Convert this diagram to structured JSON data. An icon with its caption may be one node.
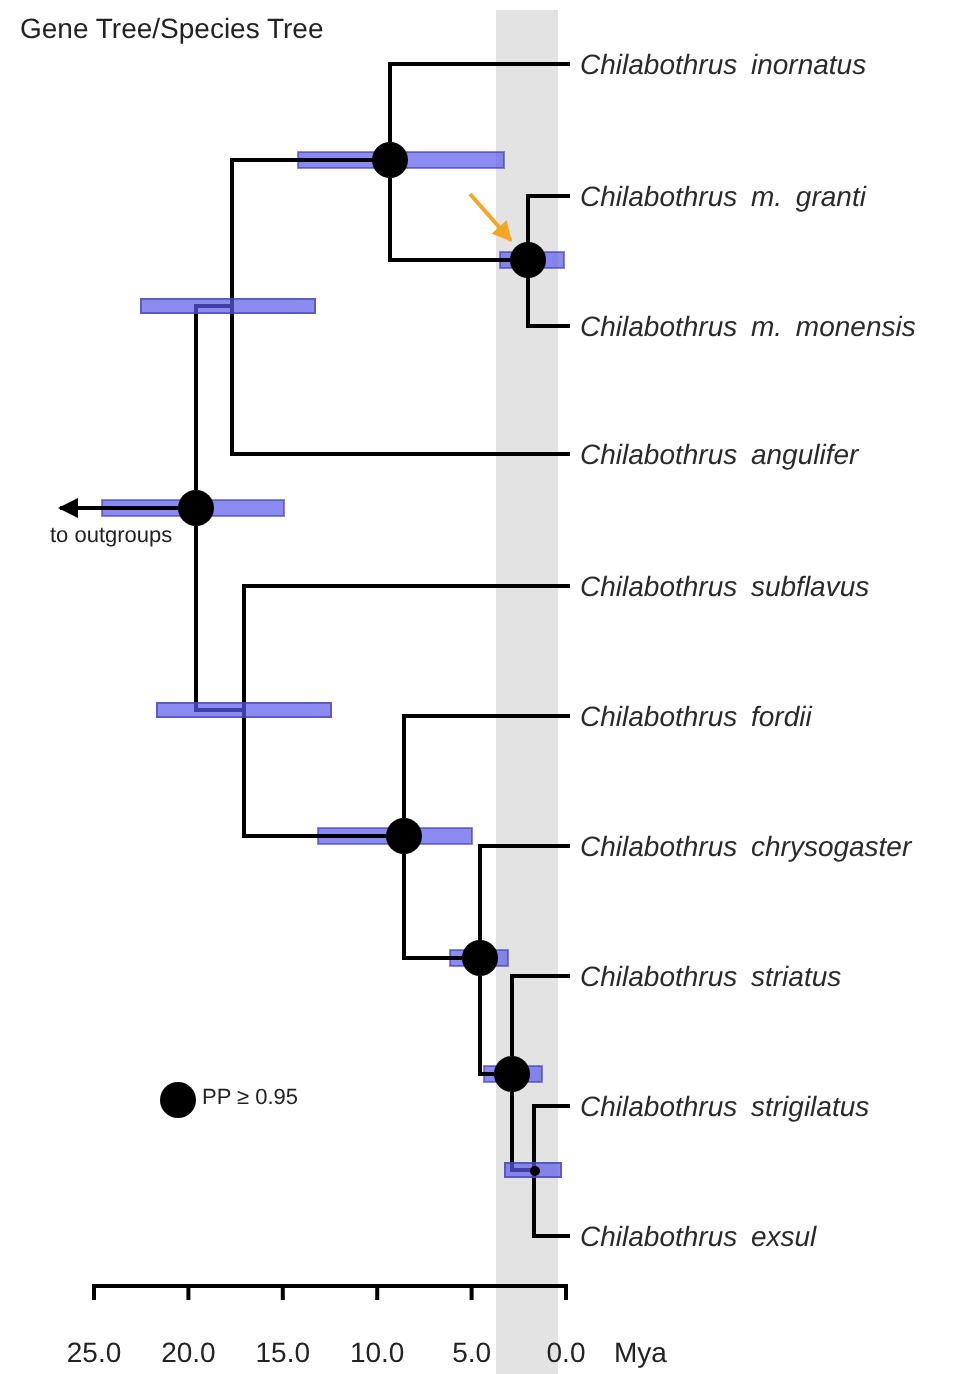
{
  "diagram": {
    "title": "Gene Tree/Species Tree",
    "nodes": [
      {
        "text": [
          "Chilabothrus inornatus"
        ]
      },
      {
        "text": [],
        "shape": "circle"
      },
      {
        "text": [
          "Chilabothrus m. granti"
        ]
      },
      {
        "text": [],
        "shape": "circle"
      },
      {
        "text": [
          "Chilabothrus m. monensis"
        ]
      },
      {
        "text": [],
        "shape": "bar"
      },
      {
        "text": [
          "Chilabothrus angulifer"
        ]
      },
      {
        "text": [],
        "shape": "circle"
      },
      {
        "text": [
          "Chilabothrus subflavus"
        ]
      },
      {
        "text": [],
        "shape": "bar"
      },
      {
        "text": [
          "Chilabothrus fordii"
        ]
      },
      {
        "text": [],
        "shape": "circle"
      },
      {
        "text": [
          "Chilabothrus chrysogaster"
        ]
      },
      {
        "text": [],
        "shape": "circle"
      },
      {
        "text": [
          "Chilabothrus striatus"
        ]
      },
      {
        "text": [],
        "shape": "circle"
      },
      {
        "text": [
          "Chilabothrus strigilatus"
        ]
      },
      {
        "text": [],
        "shape": "bar"
      },
      {
        "text": [
          "Chilabothrus exsul"
        ]
      }
    ],
    "edges": [
      {
        "from": 7,
        "to": 5,
        "arrow": "none"
      },
      {
        "from": 7,
        "to": 9,
        "arrow": "none"
      },
      {
        "from": 5,
        "to": 1,
        "arrow": "none"
      },
      {
        "from": 5,
        "to": 6,
        "arrow": "none"
      },
      {
        "from": 1,
        "to": 0,
        "arrow": "none"
      },
      {
        "from": 1,
        "to": 3,
        "arrow": "none"
      },
      {
        "from": 3,
        "to": 2,
        "arrow": "none"
      },
      {
        "from": 3,
        "to": 4,
        "arrow": "none"
      },
      {
        "from": 9,
        "to": 8,
        "arrow": "none"
      },
      {
        "from": 9,
        "to": 11,
        "arrow": "none"
      },
      {
        "from": 11,
        "to": 10,
        "arrow": "none"
      },
      {
        "from": 11,
        "to": 13,
        "arrow": "none"
      },
      {
        "from": 13,
        "to": 12,
        "arrow": "none"
      },
      {
        "from": 13,
        "to": 15,
        "arrow": "none"
      },
      {
        "from": 15,
        "to": 14,
        "arrow": "none"
      },
      {
        "from": 15,
        "to": 17,
        "arrow": "none"
      },
      {
        "from": 17,
        "to": 16,
        "arrow": "none"
      },
      {
        "from": 17,
        "to": 18,
        "arrow": "none"
      },
      {
        "from": 7,
        "to": null,
        "arrow": "to",
        "label": "to outgroups"
      },
      {
        "from": null,
        "to": 3,
        "arrow": "to",
        "color": "#f5a623"
      }
    ],
    "labels": [
      "25.0",
      "20.0",
      "15.0",
      "10.0",
      "5.0",
      "0.0",
      "Mya"
    ],
    "legend": [
      {
        "text": "PP ≥ 0.95"
      }
    ]
  }
}
